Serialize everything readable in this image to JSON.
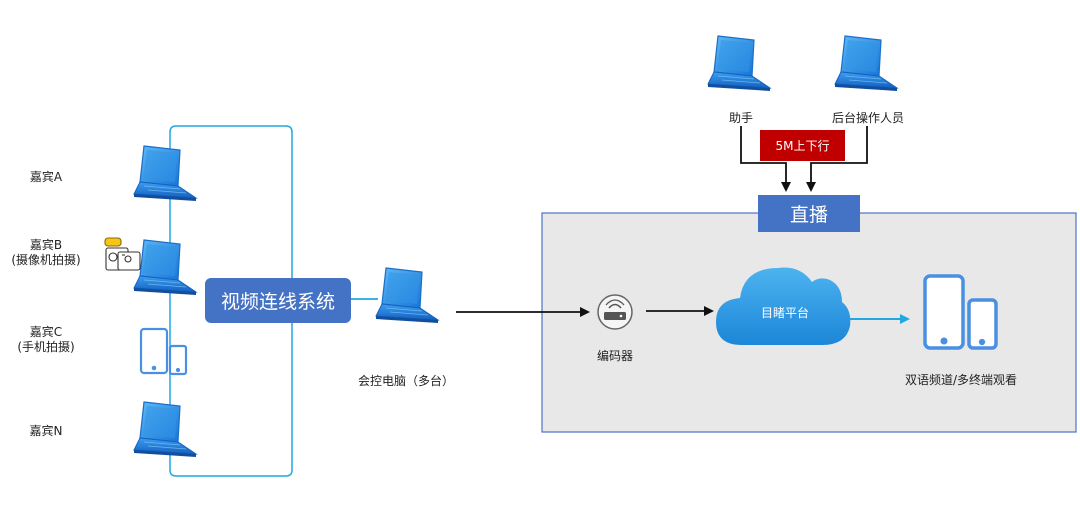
{
  "guests": [
    {
      "name": "嘉宾A",
      "note": ""
    },
    {
      "name": "嘉宾B",
      "note": "(摄像机拍摄)"
    },
    {
      "name": "嘉宾C",
      "note": "(手机拍摄)"
    },
    {
      "name": "嘉宾N",
      "note": ""
    }
  ],
  "video_system": {
    "label": "视频连线系统"
  },
  "control_pc": {
    "label": "会控电脑（多台）"
  },
  "operators": {
    "assistant": "助手",
    "backend": "后台操作人员",
    "bandwidth": "5M上下行"
  },
  "live": {
    "title": "直播",
    "encoder": "编码器",
    "platform": "目睹平台",
    "viewers": "双语频道/多终端观看"
  },
  "colors": {
    "accent_blue": "#4472c4",
    "line_cyan": "#21a8e0",
    "device_blue": "#1e86e6",
    "bandwidth_red": "#c00000",
    "panel_gray": "#e8e8e8"
  }
}
